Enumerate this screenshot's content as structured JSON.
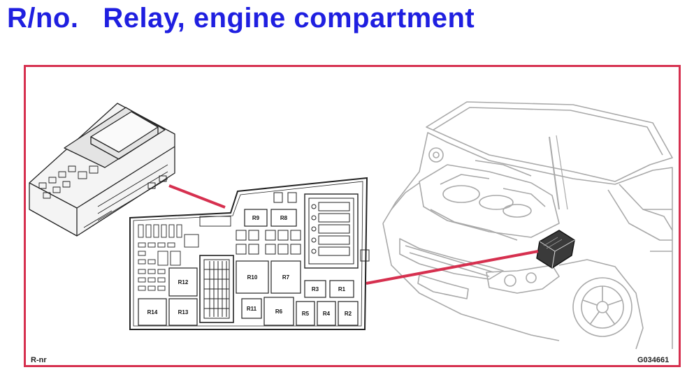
{
  "title": "R/no.   Relay, engine compartment",
  "labels": {
    "bottom_left": "R-nr",
    "bottom_right": "G034661"
  },
  "relays": [
    "R9",
    "R8",
    "R12",
    "R10",
    "R7",
    "R3",
    "R1",
    "R14",
    "R13",
    "R11",
    "R6",
    "R5",
    "R4",
    "R2"
  ],
  "colors": {
    "title": "#1f1fe0",
    "frame": "#d6304f",
    "leader_line": "#d6304f"
  }
}
